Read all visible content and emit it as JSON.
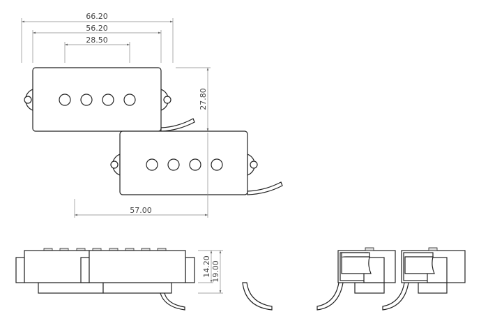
{
  "drawing": {
    "title": "P-bass pickup dimensions",
    "dimensions": {
      "overall_length": "66.20",
      "cover_length": "56.20",
      "pole_span": "28.50",
      "cover_width": "27.80",
      "pair_offset": "57.00",
      "cover_height": "14.20",
      "total_height": "19.00"
    }
  }
}
